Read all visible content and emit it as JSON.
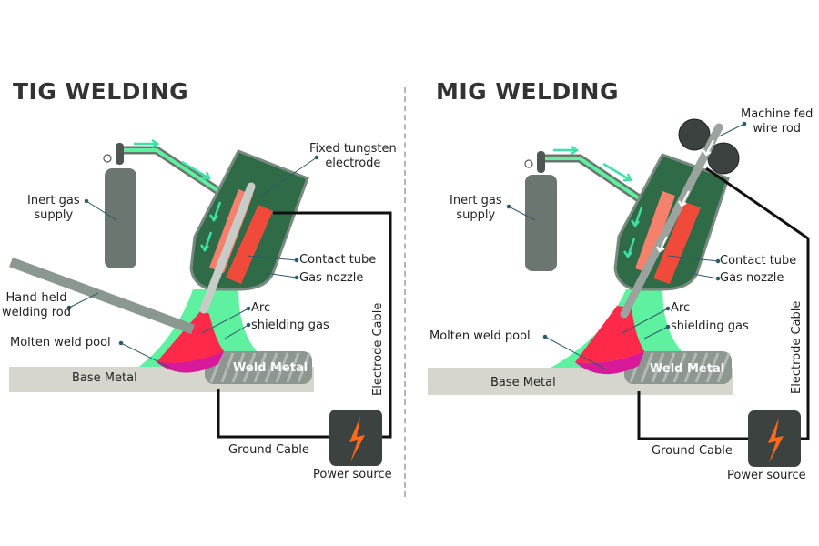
{
  "colors": {
    "title": "#333333",
    "torch_body": "#2f6b46",
    "torch_border": "#7a8a80",
    "gas": "#5ef2a0",
    "gas_arrow": "#3fe0a6",
    "cylinder": "#6b7670",
    "contact_tube": "#f04a3a",
    "arc": "#ff2a4a",
    "weld_pool": "#d81a9a",
    "base_metal": "#d6d6cf",
    "weld_metal": "#8e9690",
    "cable": "#111111",
    "power_box": "#3c423f",
    "bolt": "#ff6a1a",
    "divider": "#b5b5b5"
  },
  "panels": [
    {
      "id": "tig",
      "title": "TIG WELDING",
      "labels": {
        "electrode": [
          "Fixed tungsten",
          "electrode"
        ],
        "gas_supply": [
          "Inert gas",
          "supply"
        ],
        "contact_tube": "Contact tube",
        "gas_nozzle": "Gas nozzle",
        "filler_rod": [
          "Hand-held",
          "welding rod"
        ],
        "arc": "Arc",
        "shielding_gas": "shielding gas",
        "weld_pool": "Molten weld pool",
        "base_metal": "Base Metal",
        "weld_metal": "Weld Metal",
        "electrode_cable": "Electrode Cable",
        "ground_cable": "Ground Cable",
        "power_source": "Power source"
      }
    },
    {
      "id": "mig",
      "title": "MIG WELDING",
      "labels": {
        "wire": [
          "Machine fed",
          "wire rod"
        ],
        "gas_supply": [
          "Inert gas",
          "supply"
        ],
        "contact_tube": "Contact tube",
        "gas_nozzle": "Gas nozzle",
        "arc": "Arc",
        "shielding_gas": "shielding gas",
        "weld_pool": "Molten weld pool",
        "base_metal": "Base Metal",
        "weld_metal": "Weld Metal",
        "electrode_cable": "Electrode Cable",
        "ground_cable": "Ground Cable",
        "power_source": "Power source"
      }
    }
  ],
  "icons": {
    "gas_cylinder": "gas-cylinder-icon",
    "power": "lightning-bolt-icon",
    "feed_rollers": "wire-feed-roller-icon"
  }
}
